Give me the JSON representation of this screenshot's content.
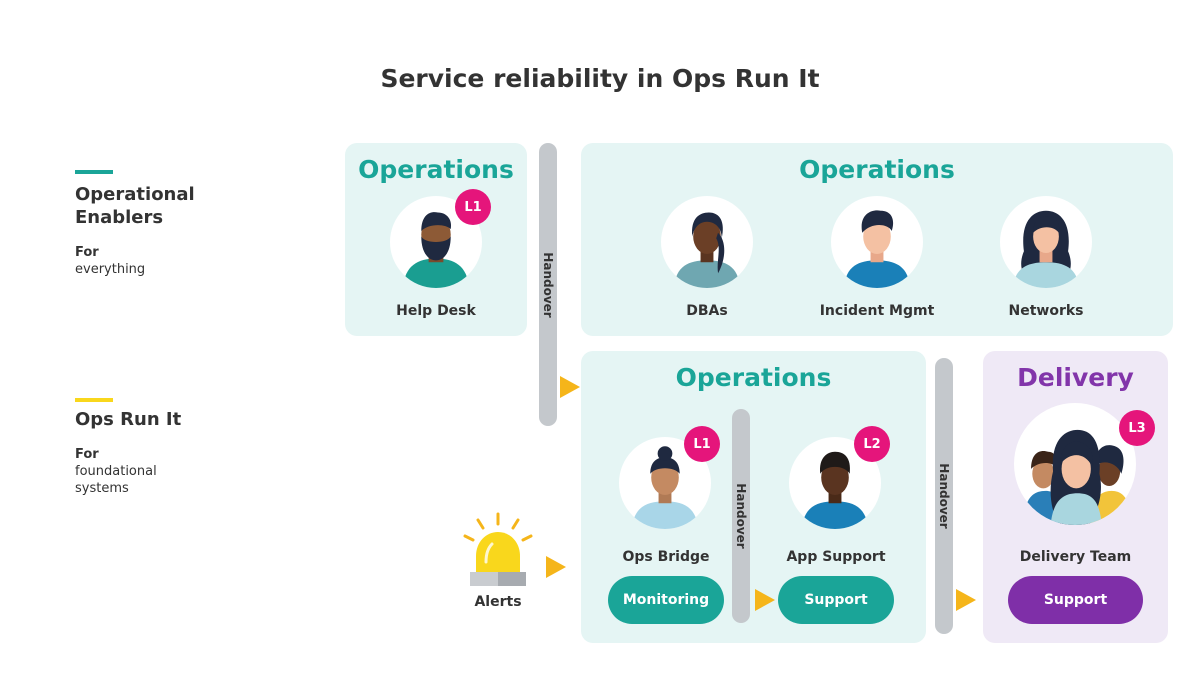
{
  "title": "Service reliability in Ops Run It",
  "legend": [
    {
      "title_line1": "Operational",
      "title_line2": "Enablers",
      "sub_bold": "For",
      "sub_line1": "everything",
      "sub_line2": "",
      "color": "#1aa598"
    },
    {
      "title_line1": "Ops Run It",
      "title_line2": "",
      "sub_bold": "For",
      "sub_line1": "foundational",
      "sub_line2": "systems",
      "color": "#f9d71c"
    }
  ],
  "panels": {
    "helpdesk": {
      "title": "Operations",
      "badge": "L1",
      "person": "Help Desk"
    },
    "enablers": {
      "title": "Operations",
      "people": [
        "DBAs",
        "Incident Mgmt",
        "Networks"
      ]
    },
    "runit": {
      "title": "Operations",
      "teams": [
        {
          "name": "Ops Bridge",
          "badge": "L1",
          "action": "Monitoring"
        },
        {
          "name": "App Support",
          "badge": "L2",
          "action": "Support"
        }
      ]
    },
    "delivery": {
      "title": "Delivery",
      "badge": "L3",
      "name": "Delivery Team",
      "action": "Support"
    }
  },
  "handover_label": "Handover",
  "alerts_label": "Alerts",
  "colors": {
    "teal": "#1aa598",
    "purple": "#8235aa",
    "badge": "#e5157b",
    "arrow": "#f5b51a",
    "panel": "#e5f5f4",
    "panel_purple": "#efe9f6"
  }
}
